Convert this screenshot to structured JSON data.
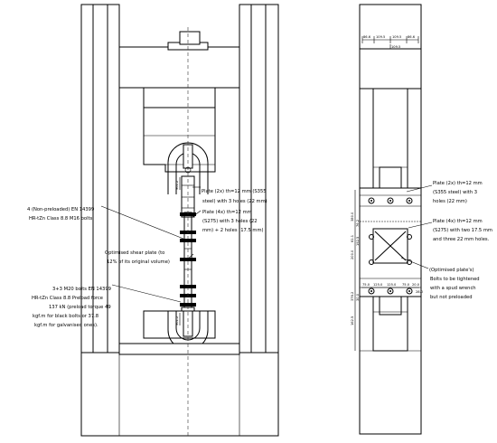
{
  "annotations": {
    "left": {
      "plate_2x_line1": "Plate (2x) th=12 mm (S355",
      "plate_2x_line2": "steel) with 3 holes (22 mm)",
      "plate_4x_line1": "Plate (4x) th=12 mm",
      "plate_4x_line2": "(S275) with 3 holes (22",
      "plate_4x_line3": "mm) + 2 holes (17.5 mm)",
      "bolts_m16_line1": "4 (Non-preloaded) EN 14399",
      "bolts_m16_line2": "HR-tZn Class 8.8 M16 bolts",
      "shear_plate_line1": "Optimised shear plate (to",
      "shear_plate_line2": "12% of its original volume)",
      "bolts_m20_line1": "3+3 M20 bolts EN 14399",
      "bolts_m20_line2": "HR-tZn Class 8.8 Preload force",
      "bolts_m20_line3": "137 kN (preload torque 49",
      "bolts_m20_line4": "kgf.m for black bolts or 37.8",
      "bolts_m20_line5": "kgf.m for galvanised ones)."
    },
    "right": {
      "plate_2x_line1": "Plate (2x) th=12 mm",
      "plate_2x_line2": "(S355 steel) with 3",
      "plate_2x_line3": "holes (22 mm)",
      "plate_4x_line1": "Plate (4x) th=12 mm",
      "plate_4x_line2": "(S275) with two 17.5 mm",
      "plate_4x_line3": "and three 22 mm holes.",
      "optimised_line1": "(Optimised plate's)",
      "optimised_line2": "Bolts to be tightened",
      "optimised_line3": "with a spud wrench",
      "optimised_line4": "but not preloaded"
    }
  },
  "dimensions": {
    "top_1": "86.6",
    "top_2": "109.5",
    "top_3": "109.5",
    "top_4": "86.6",
    "top_sub": "109.5",
    "left_v1": "961.2",
    "left_v2": "961.2",
    "right_v1": "380.0",
    "right_v2": "76.2",
    "right_v3": "61.1",
    "right_v4": "192.5",
    "right_v5": "200.0",
    "right_v6": "376.2",
    "right_v7": "30.0",
    "right_v8": "162.5",
    "right_h1": "75.0",
    "right_h2": "125.0",
    "right_h3": "125.0",
    "right_h4": "75.0",
    "right_h5": "20.0",
    "right_h6": "28.0"
  }
}
